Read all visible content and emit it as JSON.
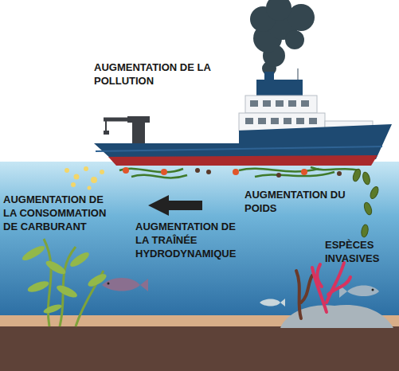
{
  "diagram": {
    "labels": [
      "AUGMENTATION DE LA POLLUTION",
      "AUGMENTATION DE LA CONSOMMATION DE CARBURANT",
      "AUGMENTATION DE LA TRAÎNÉE HYDRODYNAMIQUE",
      "AUGMENTATION DU POIDS",
      "ESPÈCES INVASIVES"
    ]
  }
}
